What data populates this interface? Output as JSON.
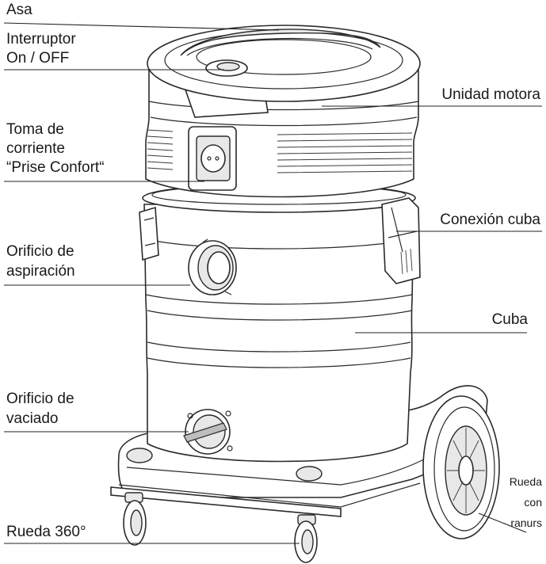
{
  "labels": {
    "handle": "Asa",
    "switch_line1": "Interruptor",
    "switch_line2": "On / OFF",
    "motor_unit": "Unidad motora",
    "socket_line1": "Toma de",
    "socket_line2": "corriente",
    "socket_line3": "“Prise Confort“",
    "tank_connection": "Conexión cuba",
    "suction_line1": "Orificio de",
    "suction_line2": "aspiración",
    "tank": "Cuba",
    "drain_line1": "Orificio de",
    "drain_line2": "vaciado",
    "wheel_line1": "Rueda",
    "wheel_line2": "con",
    "wheel_line3": "ranurs",
    "caster": "Rueda 360°"
  }
}
